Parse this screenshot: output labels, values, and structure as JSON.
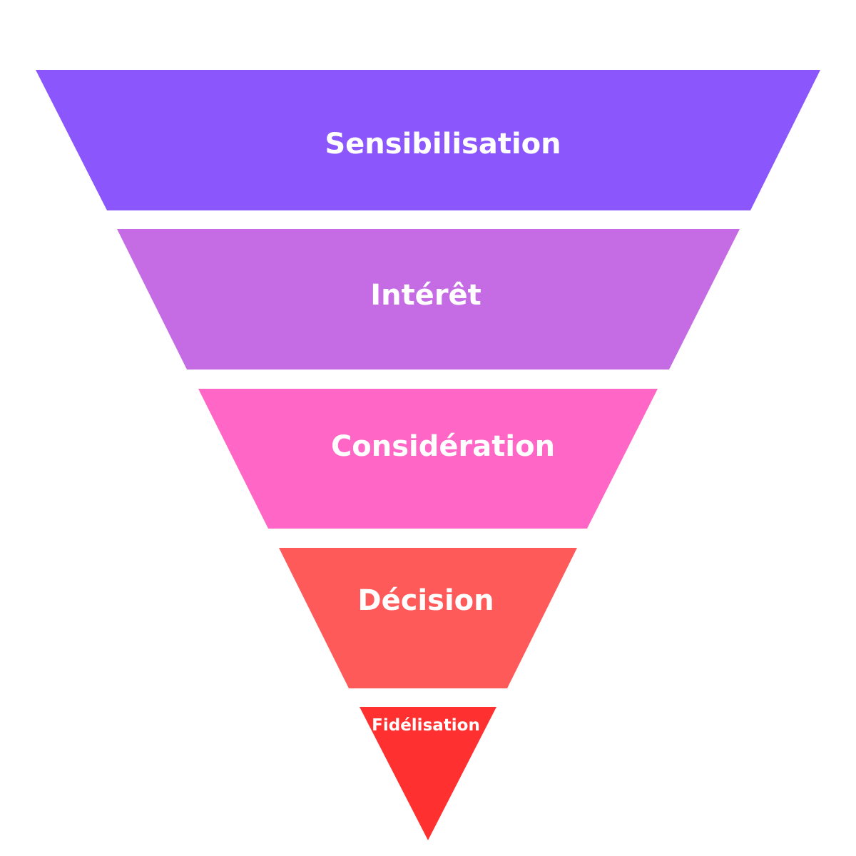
{
  "funnel": {
    "stages": [
      {
        "label": "Sensibilisation",
        "color": "#8b57fd"
      },
      {
        "label": "Intérêt",
        "color": "#c56ce4"
      },
      {
        "label": "Considération",
        "color": "#ff66c6"
      },
      {
        "label": "Décision",
        "color": "#ff5a5a"
      },
      {
        "label": "Fidélisation",
        "color": "#ff3030"
      }
    ]
  }
}
